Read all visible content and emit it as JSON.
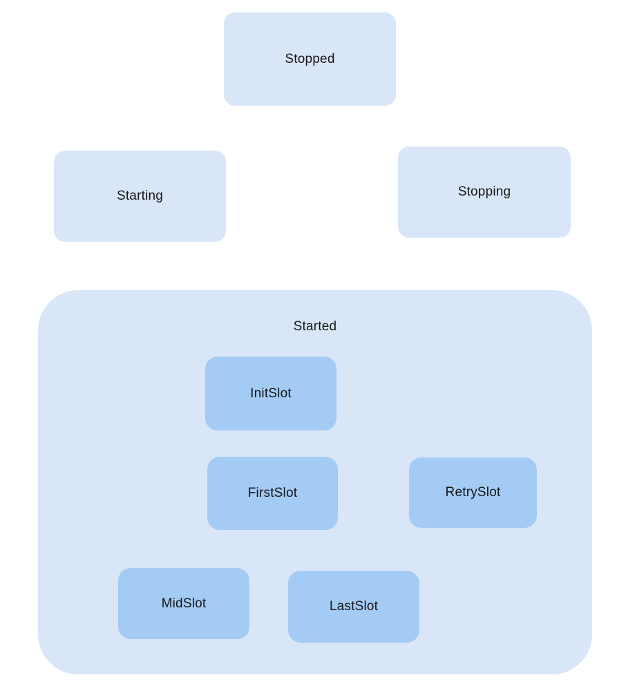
{
  "colors": {
    "state_fill": "#d9e6f8",
    "slot_fill": "#a4cbf4",
    "text": "#161616",
    "background": "#ffffff"
  },
  "diagram": {
    "states": {
      "stopped": {
        "label": "Stopped"
      },
      "starting": {
        "label": "Starting"
      },
      "stopping": {
        "label": "Stopping"
      },
      "started": {
        "label": "Started",
        "slots": {
          "init": {
            "label": "InitSlot"
          },
          "first": {
            "label": "FirstSlot"
          },
          "retry": {
            "label": "RetrySlot"
          },
          "mid": {
            "label": "MidSlot"
          },
          "last": {
            "label": "LastSlot"
          }
        }
      }
    }
  }
}
